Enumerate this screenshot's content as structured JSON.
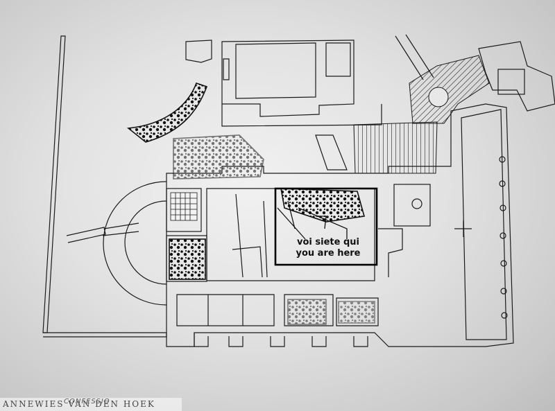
{
  "map": {
    "marker_text_line1": "voi siete qui",
    "marker_text_line2": "you are here",
    "floor_caption": "CONFESSIO",
    "ink_color": "#1a1a1a",
    "paper_color": "#e6e6e6"
  },
  "watermark": {
    "text": "ANNEWIES VAN DEN HOEK"
  }
}
